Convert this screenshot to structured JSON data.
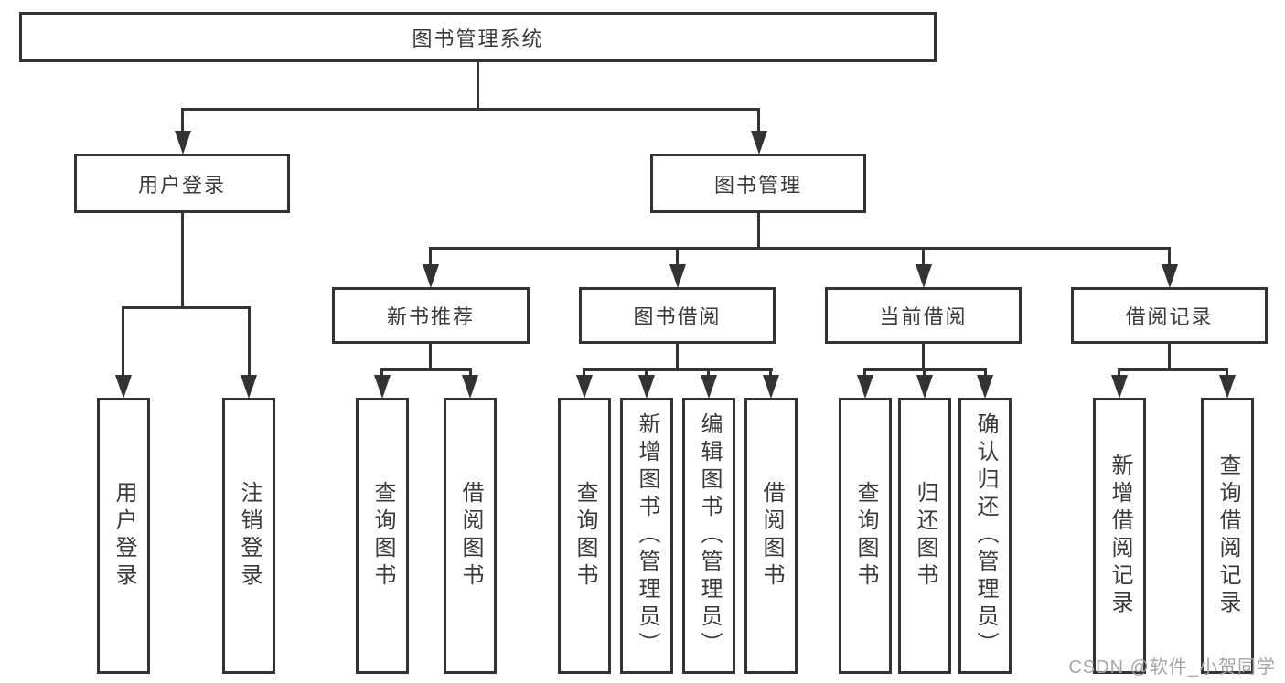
{
  "colors": {
    "line": "#333333",
    "text": "#3a3a3a",
    "background": "#ffffff",
    "watermark": "#a5a5a5"
  },
  "tree": {
    "root": {
      "label": "图书管理系统"
    },
    "level2": [
      {
        "label": "用户登录"
      },
      {
        "label": "图书管理"
      }
    ],
    "level3": [
      {
        "label": "新书推荐",
        "parent": "图书管理"
      },
      {
        "label": "图书借阅",
        "parent": "图书管理"
      },
      {
        "label": "当前借阅",
        "parent": "图书管理"
      },
      {
        "label": "借阅记录",
        "parent": "图书管理"
      }
    ],
    "leaves": [
      {
        "label": "用户登录",
        "parent": "用户登录"
      },
      {
        "label": "注销登录",
        "parent": "用户登录"
      },
      {
        "label": "查询图书",
        "parent": "新书推荐"
      },
      {
        "label": "借阅图书",
        "parent": "新书推荐"
      },
      {
        "label": "查询图书",
        "parent": "图书借阅"
      },
      {
        "label": "新增图书（管理员）",
        "parent": "图书借阅"
      },
      {
        "label": "编辑图书（管理员）",
        "parent": "图书借阅"
      },
      {
        "label": "借阅图书",
        "parent": "图书借阅"
      },
      {
        "label": "查询图书",
        "parent": "当前借阅"
      },
      {
        "label": "归还图书",
        "parent": "当前借阅"
      },
      {
        "label": "确认归还（管理员）",
        "parent": "当前借阅"
      },
      {
        "label": "新增借阅记录",
        "parent": "借阅记录"
      },
      {
        "label": "查询借阅记录",
        "parent": "借阅记录"
      }
    ]
  },
  "watermark": {
    "text": "CSDN @软件_小贺同学"
  }
}
